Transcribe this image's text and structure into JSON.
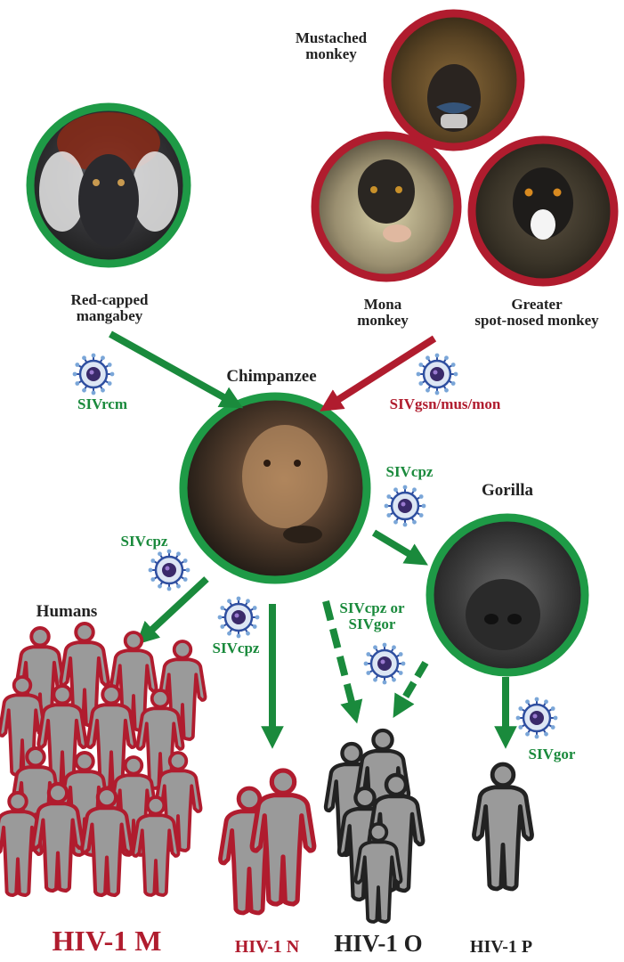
{
  "colors": {
    "green": "#1a8a3c",
    "red": "#b01c2e",
    "ring_green": "#1e9a46",
    "ring_red": "#b01c2e",
    "human_gray": "#9a9a9a",
    "human_outline_red": "#b01c2e",
    "human_outline_dark": "#222222",
    "virus_blue": "#2f4fa0"
  },
  "labels": {
    "red_capped": [
      "Red-capped",
      "mangabey"
    ],
    "mustached": [
      "Mustached",
      "monkey"
    ],
    "mona": [
      "Mona",
      "monkey"
    ],
    "greater": [
      "Greater",
      "spot-nosed monkey"
    ],
    "chimp": "Chimpanzee",
    "gorilla": "Gorilla",
    "humans": "Humans"
  },
  "viruses": {
    "rcm": "SIVrcm",
    "gsn": "SIVgsn/mus/mon",
    "cpz_left": "SIVcpz",
    "cpz_mid": "SIVcpz",
    "cpz_right": "SIVcpz",
    "cpz_or_gor": [
      "SIVcpz or",
      "SIVgor"
    ],
    "gor": "SIVgor"
  },
  "groups": {
    "m": "HIV-1 M",
    "n": "HIV-1 N",
    "o": "HIV-1 O",
    "p": "HIV-1 P"
  },
  "icons": [
    "virus-icon",
    "human-figure-icon",
    "primate-photo-icon"
  ]
}
